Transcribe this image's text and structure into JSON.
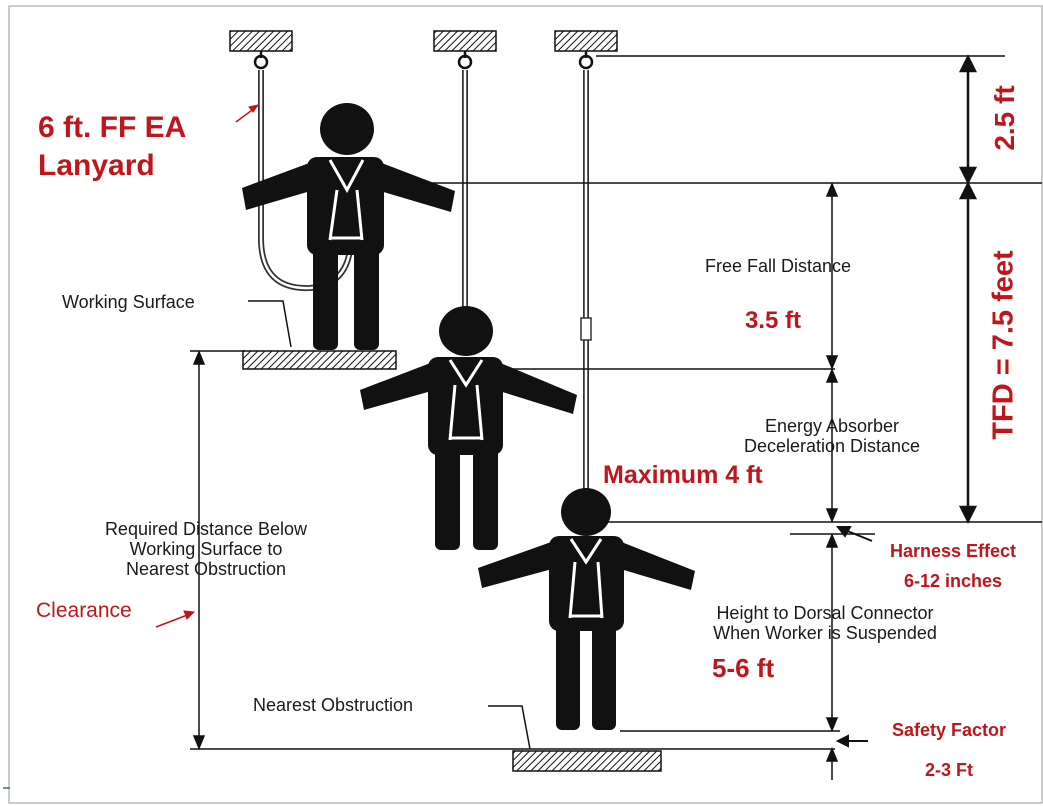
{
  "labels": {
    "lanyard_line1": "6 ft. FF EA",
    "lanyard_line2": "Lanyard",
    "working_surface": "Working Surface",
    "free_fall_distance": "Free Fall Distance",
    "free_fall_value": "3.5 ft",
    "energy_absorber_line1": "Energy Absorber",
    "energy_absorber_line2": "Deceleration Distance",
    "maximum": "Maximum 4 ft",
    "harness_effect_line1": "Harness Effect",
    "harness_effect_line2": "6-12 inches",
    "required_line1": "Required Distance Below",
    "required_line2": "Working Surface to",
    "required_line3": "Nearest Obstruction",
    "clearance": "Clearance",
    "height_line1": "Height to Dorsal Connector",
    "height_line2": "When Worker is Suspended",
    "height_value": "5-6 ft",
    "nearest_obstruction": "Nearest Obstruction",
    "safety_factor_line1": "Safety Factor",
    "safety_factor_line2": "2-3 Ft",
    "anchor_distance": "2.5 ft",
    "tfd": "TFD = 7.5 feet"
  },
  "colors": {
    "accent_red": "#c0161b",
    "ink": "#111111"
  }
}
